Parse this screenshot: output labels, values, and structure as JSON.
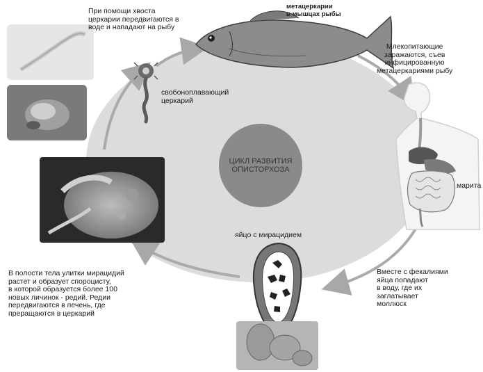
{
  "diagram": {
    "center_title": [
      "ЦИКЛ РАЗВИТИЯ",
      "ОПИСТОРХОЗА"
    ],
    "tail_text": [
      "При помощи хвоста",
      "церкарии передвигаются  в",
      "воде и нападают на рыбу"
    ],
    "metacercariae_label": [
      "метацеркарии",
      "в мышцах рыбы"
    ],
    "mammals_text": [
      "Млекопитающие",
      "заражаются, съев",
      "инфицированную",
      "метацеркариями рыбу"
    ],
    "free_swimming_label": [
      "свобоноплавающий",
      "церкарий"
    ],
    "marita_label": "марита",
    "egg_label": "яйцо с мирацидием",
    "feces_text": [
      "Вместе с фекалиями",
      "яйца попадают",
      "в воду, где их",
      "заглатывает",
      "моллюск"
    ],
    "snail_text": [
      "В полости тела улитки мирацидий",
      "растет и образует спороцисту,",
      "в которой образуется более 100",
      "новых личинок - редий. Редии",
      "передвигаются в печень, где",
      "прерaщаются в церкарий"
    ]
  },
  "colors": {
    "circle": "#dcdcdc",
    "center": "#8a8a8a",
    "arrows": "#aaaaaa"
  }
}
